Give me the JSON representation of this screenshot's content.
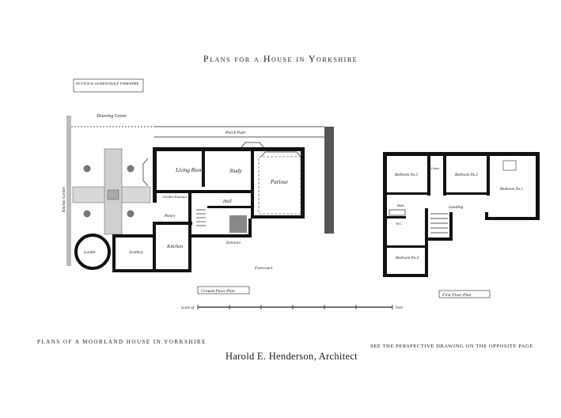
{
  "page_title": "Plans for a House in Yorkshire",
  "caption_left": "PLANS OF A MOORLAND HOUSE IN YORKSHIRE",
  "architect": "Harold E. Henderson, Architect",
  "caption_right": "SEE THE PERSPECTIVE DRAWING ON THE OPPOSITE PAGE",
  "ground_floor": {
    "plan_label": "Ground Floor Plan",
    "stamp": "HUTTON & LEAMINGDALE YORKSHIRE",
    "labels": {
      "drawing_green": "Drawing Green",
      "porch_path": "Porch Path",
      "living_room": "Living Room",
      "study": "Study",
      "parlour": "Parlour",
      "kitchen_garden": "Kitchen Garden",
      "garden_entrance": "Garden Entrance",
      "hall": "Hall",
      "pantry": "Pantry",
      "kitchen": "Kitchen",
      "scullery": "Scullery",
      "larder": "Larder",
      "entrance": "Entrance",
      "forecourt": "Forecourt"
    }
  },
  "first_floor": {
    "plan_label": "First Floor Plan",
    "labels": {
      "bedroom_3": "Bedroom No.3",
      "linen": "Linen",
      "bedroom_2": "Bedroom No.2",
      "bedroom_1": "Bedroom No.1",
      "bath": "Bath",
      "landing": "Landing",
      "wc": "W.C.",
      "bedroom_4": "Bedroom No.4"
    }
  },
  "scale": {
    "left_label": "Scale of",
    "right_label": "Feet"
  }
}
